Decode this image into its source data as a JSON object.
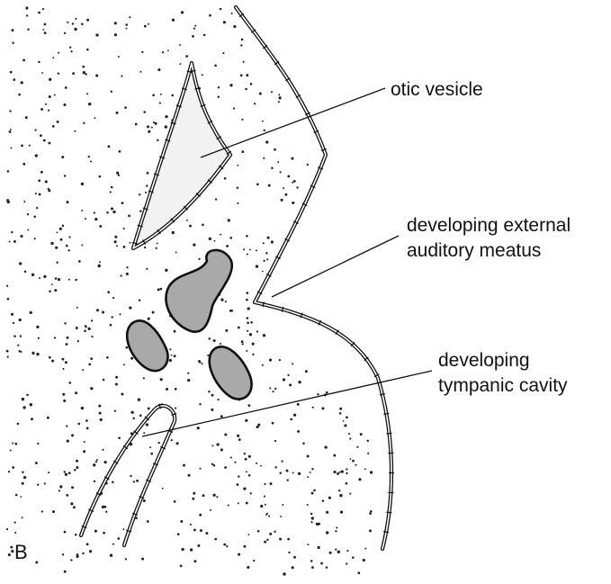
{
  "labels": {
    "otic_vesicle": "otic vesicle",
    "external_meatus_line1": "developing external",
    "external_meatus_line2": "auditory meatus",
    "tympanic_line1": "developing",
    "tympanic_line2": "tympanic cavity",
    "panel": "B"
  },
  "colors": {
    "line": "#111111",
    "ossicle_fill": "#a9a9a9",
    "background": "#ffffff"
  }
}
